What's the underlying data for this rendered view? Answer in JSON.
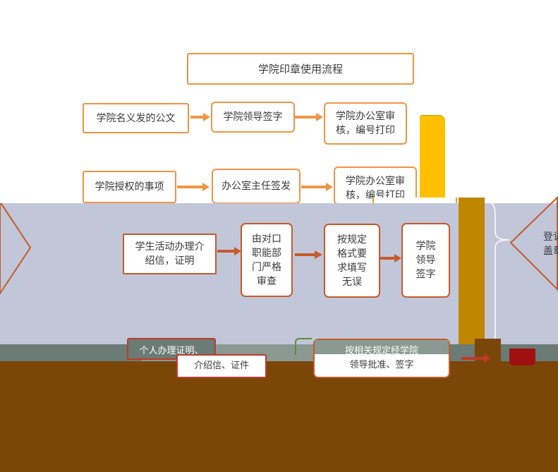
{
  "title": "学院印章使用流程",
  "row1": {
    "box1": "学院名义发的公文",
    "box2": "学院领导签字",
    "box3_line1": "学院办公室审",
    "box3_line2": "核，编号打印"
  },
  "row2": {
    "box1": "学院授权的事项",
    "box2": "办公室主任签发",
    "box3_line1": "学院办公室审",
    "box3_line2": "核，编号打印"
  },
  "row3": {
    "box1_line1": "学生活动办理介",
    "box1_line2": "绍信，证明",
    "box2_line1": "由对口",
    "box2_line2": "职能部",
    "box2_line3": "门严格",
    "box2_line4": "审查",
    "box3_line1": "按规定",
    "box3_line2": "格式要",
    "box3_line3": "求填写",
    "box3_line4": "无误",
    "box4_line1": "学院",
    "box4_line2": "领导",
    "box4_line3": "签字"
  },
  "row4": {
    "box1_line1": "个人办理证明、",
    "box2": "介绍信、证件",
    "box3_line1": "按相关规定经学院",
    "box3_line2": "领导批准、签字"
  },
  "diamond": {
    "line1": "登记",
    "line2": "盖章"
  },
  "colors": {
    "band": "#c1c6d9",
    "brown": "#7b4708",
    "gold_bar": "#fec000",
    "dark_gold_bar": "#bf8600",
    "grey_strip": "#6b7b75",
    "box_border_orange": "#ef9546",
    "box_border_dark": "#c55a2b",
    "arrow_orange": "#ef9546",
    "arrow_dark": "#c55a2b",
    "dark_red": "#a01010"
  }
}
